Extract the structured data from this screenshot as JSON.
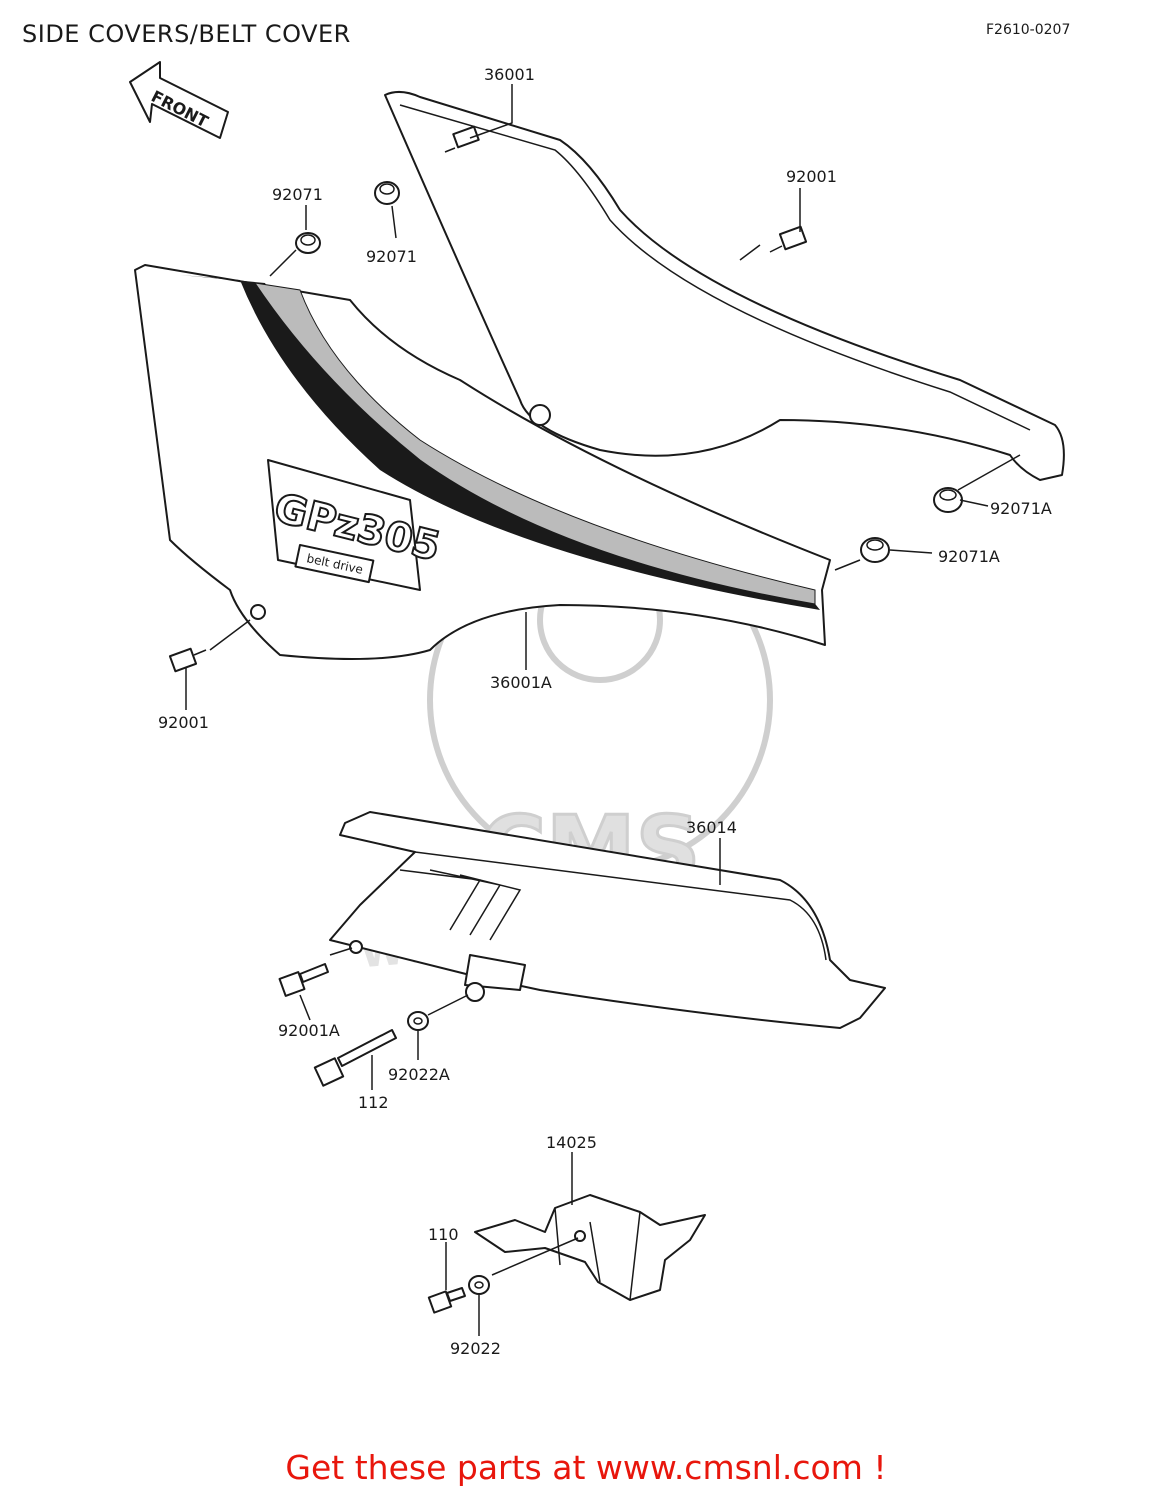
{
  "header": {
    "title": "SIDE COVERS/BELT COVER",
    "figure_code": "F2610-0207"
  },
  "front_arrow": {
    "label": "FRONT"
  },
  "decal": {
    "model": "GPz305",
    "sub": "belt drive"
  },
  "watermark": {
    "brand": "CMS",
    "url": "WWW.CMSNL.COM"
  },
  "parts": {
    "p36001": "36001",
    "p92071_top": "92071",
    "p92071_mid": "92071",
    "p92001_right": "92001",
    "p92071A_a": "92071A",
    "p92071A_b": "92071A",
    "p36001A": "36001A",
    "p92001_left": "92001",
    "p36014": "36014",
    "p92001A": "92001A",
    "p92022A": "92022A",
    "p112": "112",
    "p14025": "14025",
    "p110": "110",
    "p92022": "92022"
  },
  "footer": {
    "cta": "Get these parts at www.cmsnl.com !"
  },
  "colors": {
    "cta": "#e8160c",
    "ink": "#1a1a1a",
    "watermark": "#cfcfcf"
  }
}
